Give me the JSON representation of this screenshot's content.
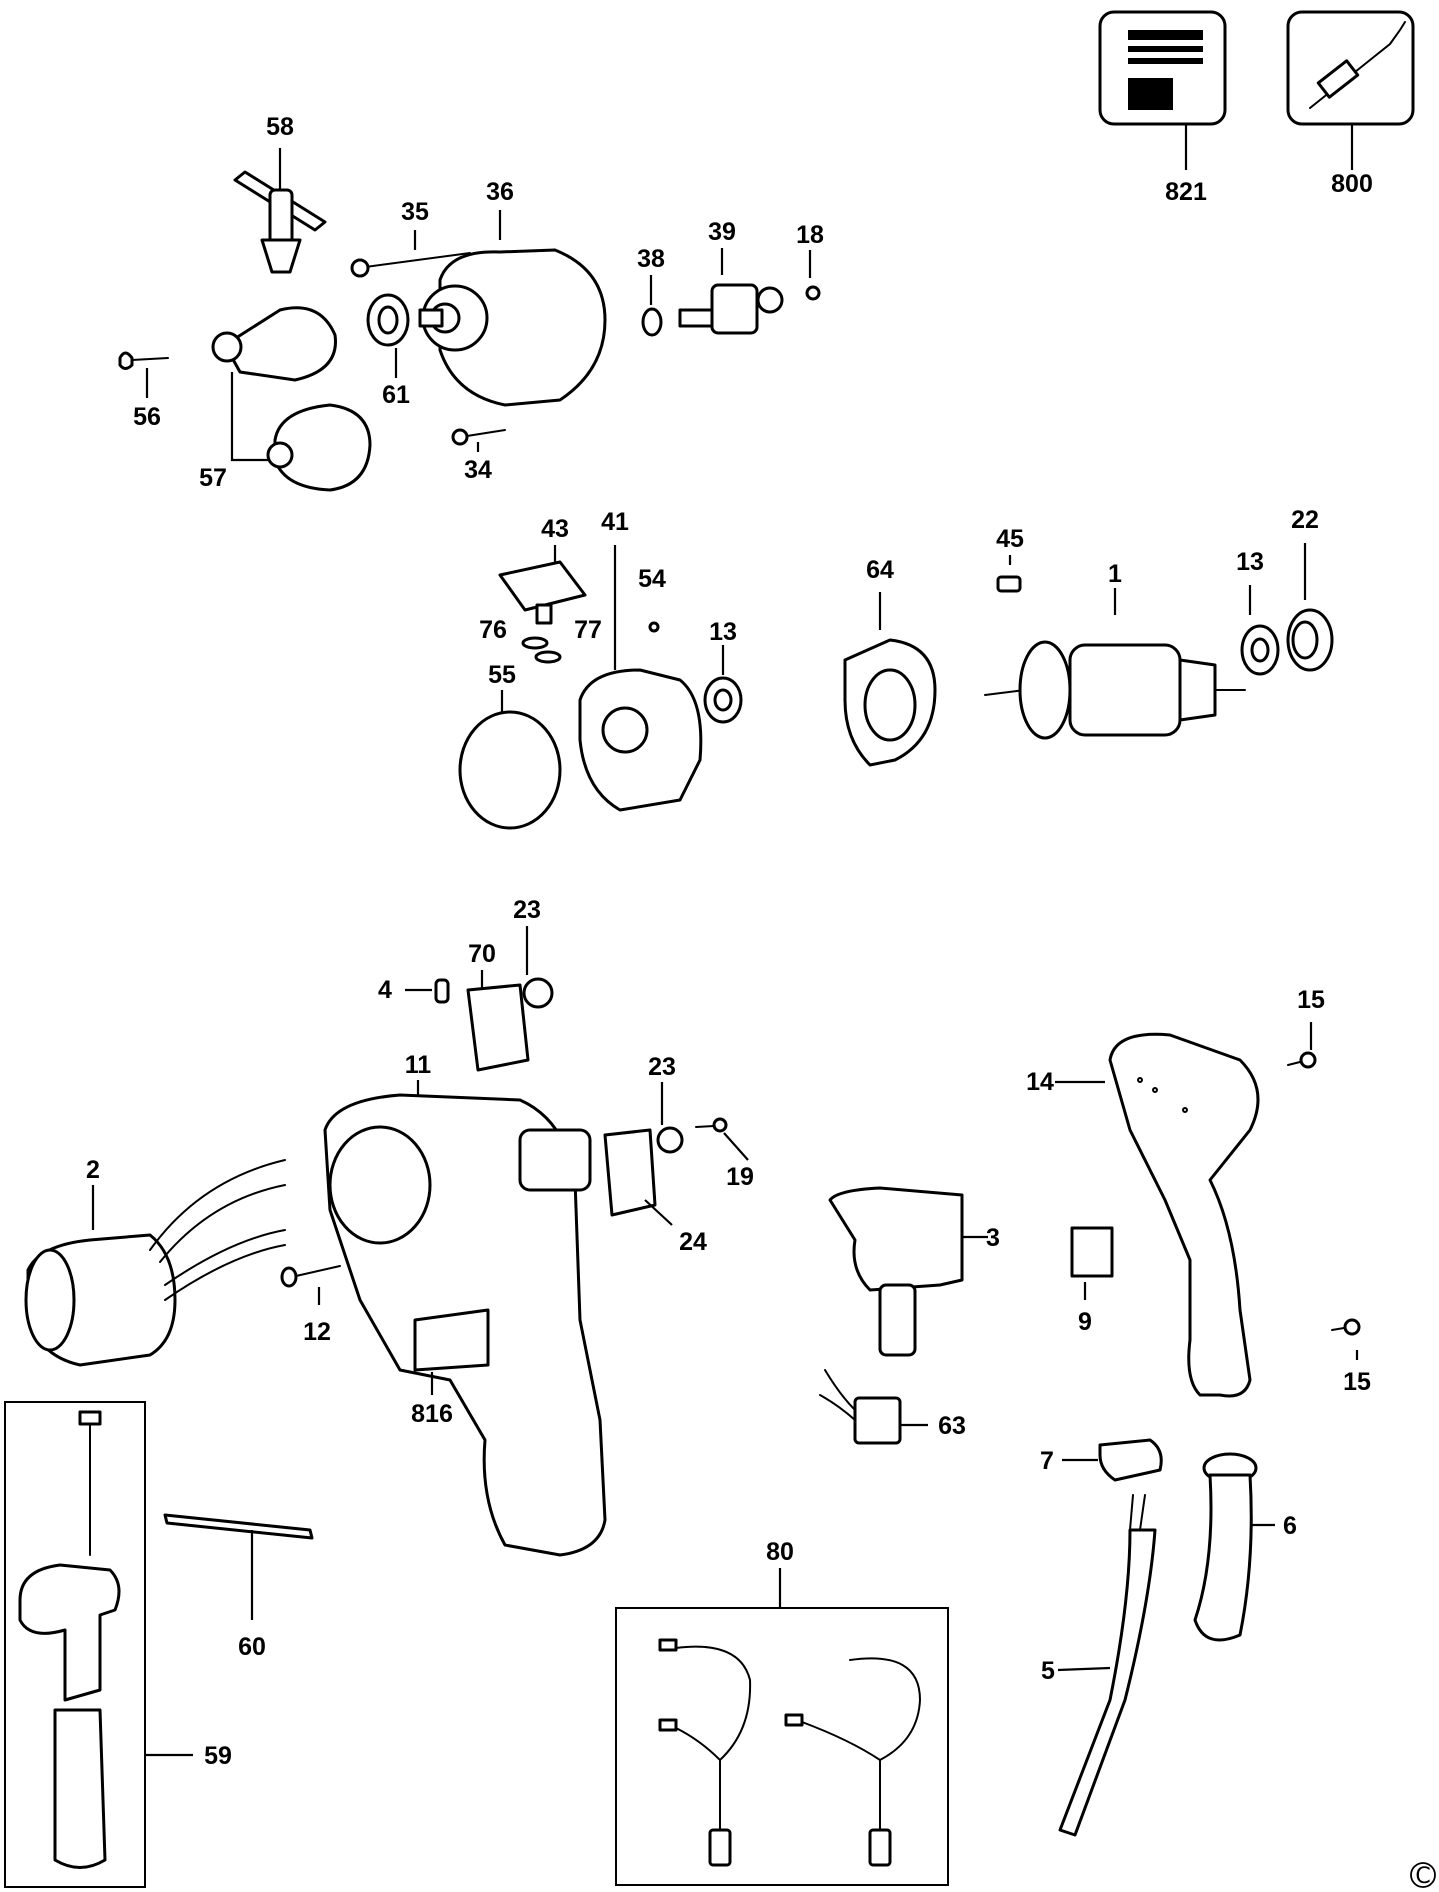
{
  "parts": [
    {
      "id": "58",
      "label": "58"
    },
    {
      "id": "35",
      "label": "35"
    },
    {
      "id": "36",
      "label": "36"
    },
    {
      "id": "38",
      "label": "38"
    },
    {
      "id": "39",
      "label": "39"
    },
    {
      "id": "18",
      "label": "18"
    },
    {
      "id": "56",
      "label": "56"
    },
    {
      "id": "61",
      "label": "61"
    },
    {
      "id": "57",
      "label": "57"
    },
    {
      "id": "34",
      "label": "34"
    },
    {
      "id": "821",
      "label": "821"
    },
    {
      "id": "800",
      "label": "800"
    },
    {
      "id": "43",
      "label": "43"
    },
    {
      "id": "41",
      "label": "41"
    },
    {
      "id": "54",
      "label": "54"
    },
    {
      "id": "76",
      "label": "76"
    },
    {
      "id": "77",
      "label": "77"
    },
    {
      "id": "13a",
      "label": "13"
    },
    {
      "id": "55",
      "label": "55"
    },
    {
      "id": "64",
      "label": "64"
    },
    {
      "id": "45",
      "label": "45"
    },
    {
      "id": "1",
      "label": "1"
    },
    {
      "id": "13b",
      "label": "13"
    },
    {
      "id": "22",
      "label": "22"
    },
    {
      "id": "23a",
      "label": "23"
    },
    {
      "id": "70",
      "label": "70"
    },
    {
      "id": "4",
      "label": "4"
    },
    {
      "id": "11",
      "label": "11"
    },
    {
      "id": "23b",
      "label": "23"
    },
    {
      "id": "2",
      "label": "2"
    },
    {
      "id": "19",
      "label": "19"
    },
    {
      "id": "24",
      "label": "24"
    },
    {
      "id": "12",
      "label": "12"
    },
    {
      "id": "816",
      "label": "816"
    },
    {
      "id": "3",
      "label": "3"
    },
    {
      "id": "63",
      "label": "63"
    },
    {
      "id": "15a",
      "label": "15"
    },
    {
      "id": "14",
      "label": "14"
    },
    {
      "id": "9",
      "label": "9"
    },
    {
      "id": "15b",
      "label": "15"
    },
    {
      "id": "7",
      "label": "7"
    },
    {
      "id": "6",
      "label": "6"
    },
    {
      "id": "5",
      "label": "5"
    },
    {
      "id": "80",
      "label": "80"
    },
    {
      "id": "60",
      "label": "60"
    },
    {
      "id": "59",
      "label": "59"
    }
  ],
  "copyright_mark": "C"
}
